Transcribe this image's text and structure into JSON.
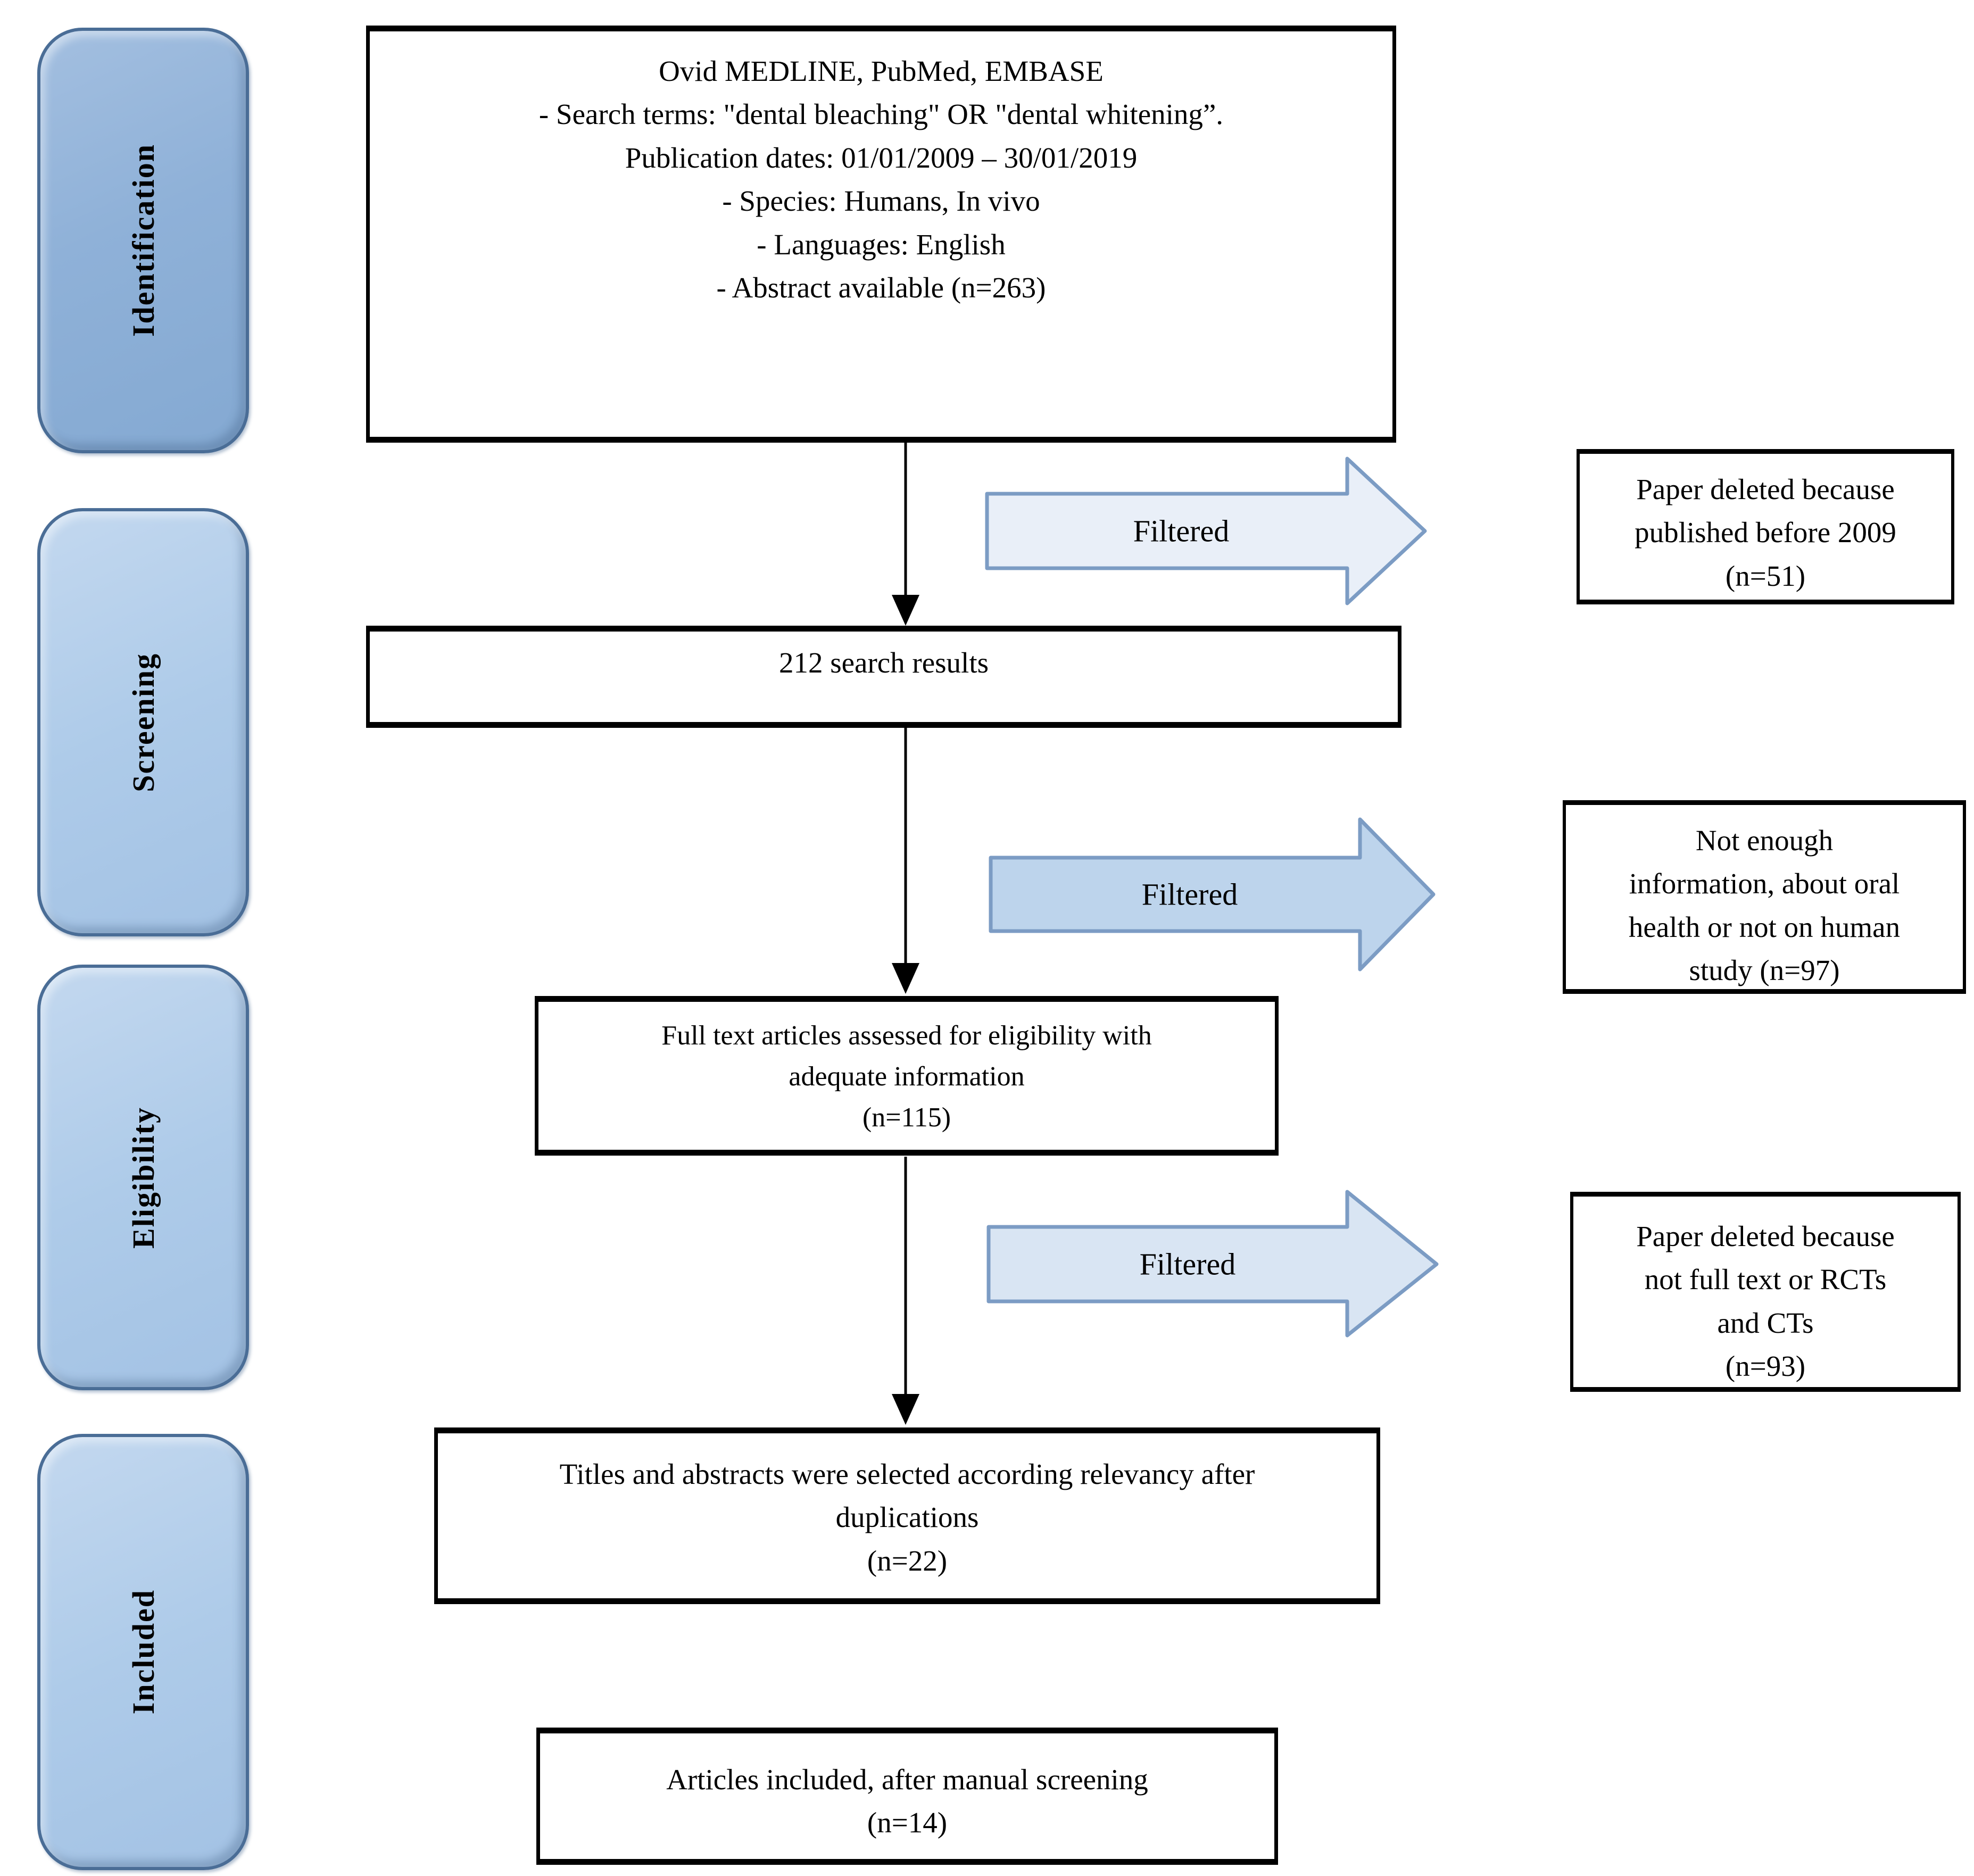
{
  "stages": [
    {
      "label": "Identification"
    },
    {
      "label": "Screening"
    },
    {
      "label": "Eligibility"
    },
    {
      "label": "Included"
    }
  ],
  "flow_boxes": {
    "search": {
      "lines": [
        "Ovid MEDLINE, PubMed, EMBASE",
        "- Search terms: \"dental bleaching\" OR \"dental whitening”.",
        "Publication dates: 01/01/2009 – 30/01/2019",
        "- Species: Humans, In vivo",
        "- Languages: English",
        "- Abstract available (n=263)"
      ]
    },
    "results": {
      "text": "212 search results"
    },
    "full_text": {
      "lines": [
        "Full text articles assessed for eligibility with",
        "adequate information",
        "(n=115)"
      ]
    },
    "titles": {
      "lines": [
        "Titles and abstracts were selected according relevancy after",
        "duplications",
        "(n=22)"
      ]
    },
    "articles": {
      "lines": [
        "Articles included, after manual screening",
        "(n=14)"
      ]
    }
  },
  "exclusion_boxes": {
    "before_2009": {
      "lines": [
        "Paper deleted because",
        "published before 2009",
        "(n=51)"
      ]
    },
    "not_enough_info": {
      "lines": [
        "Not enough",
        "information, about oral",
        "health or not on human",
        "study (n=97)"
      ]
    },
    "not_full_text": {
      "lines": [
        "Paper deleted because",
        "not full text or RCTs",
        "and CTs",
        "(n=93)"
      ]
    }
  },
  "arrows": [
    {
      "label": "Filtered"
    },
    {
      "label": "Filtered"
    },
    {
      "label": "Filtered"
    }
  ],
  "counts": {
    "identified_abstract_available": 263,
    "search_results": 212,
    "full_text_assessed": 115,
    "titles_abstracts_selected": 22,
    "articles_included": 14,
    "excluded_published_before_2009": 51,
    "excluded_not_enough_information": 97,
    "excluded_not_full_text_or_rcts_cts": 93
  },
  "colors": {
    "stage_identification_fill": "#8fb1d8",
    "stage_other_fill": "#aecbe9",
    "stage_border": "#4a6d96",
    "filtered_arrow_1_fill": "#e9eff8",
    "filtered_arrow_2_fill": "#bdd4ec",
    "filtered_arrow_3_fill": "#d9e5f3",
    "filtered_arrow_border": "#7c9cc4",
    "flow_box_border": "#000000",
    "background": "#ffffff"
  }
}
